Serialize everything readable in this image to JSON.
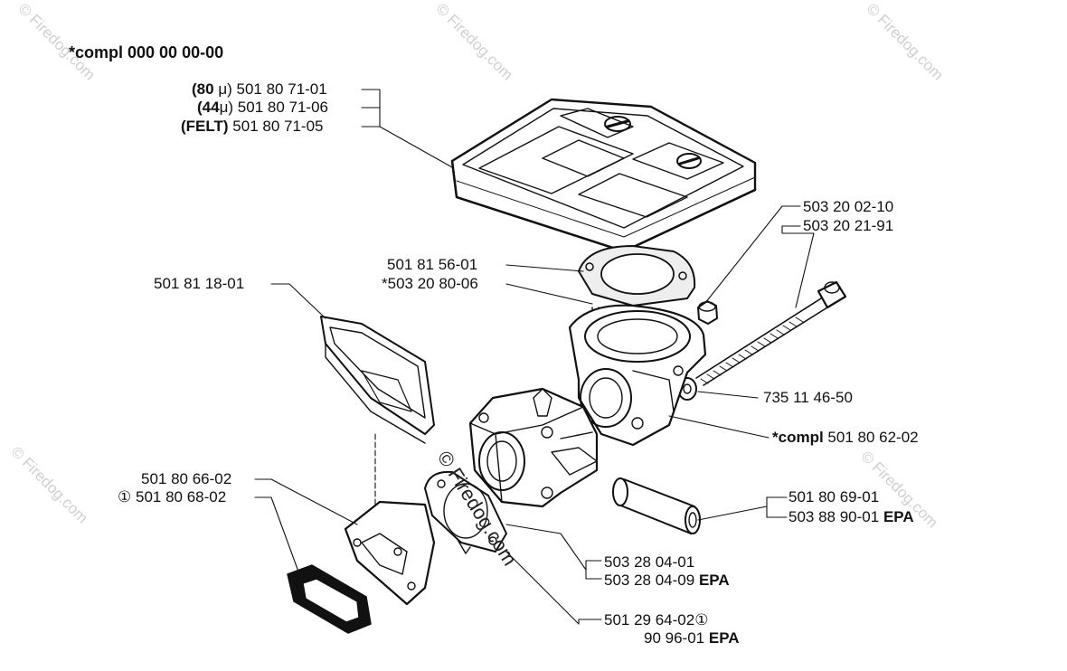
{
  "watermark": "© Firedog.com",
  "center_watermark": "© Firedog.com",
  "title": "*compl 000 00 00-00",
  "labels": {
    "filter_80_paren": "(80",
    "filter_80_unit": "μ)",
    "filter_80_part": "501 80 71-01",
    "filter_44_paren": "(44",
    "filter_44_unit": "μ)",
    "filter_44_part": "501 80 71-06",
    "filter_felt_paren": "(FELT)",
    "filter_felt_part": "501 80 71-05",
    "gasket_part": "501 81 56-01",
    "stud_part": "*503 20 80-06",
    "bracket_part": "501 81 18-01",
    "nut_part": "503 20 02-10",
    "bolt_part": "503 20 21-91",
    "washer_part": "735 11 46-50",
    "adapter_prefix": "*compl",
    "adapter_part": "501 80 62-02",
    "tube_part_1": "501 80 69-01",
    "tube_part_2": "503 88 90-01",
    "tube_epa": "EPA",
    "intake_part_1": "501 80 66-02",
    "intake_circle": "①",
    "intake_part_2": "501 80 68-02",
    "carb_part_1": "503 28 04-01",
    "carb_part_2": "503 28 04-09",
    "carb_epa": "EPA",
    "insulator_part": "501 29 64-02",
    "insulator_circle": "①",
    "insulator_part_2": "90 96-01",
    "insulator_epa": "EPA"
  }
}
